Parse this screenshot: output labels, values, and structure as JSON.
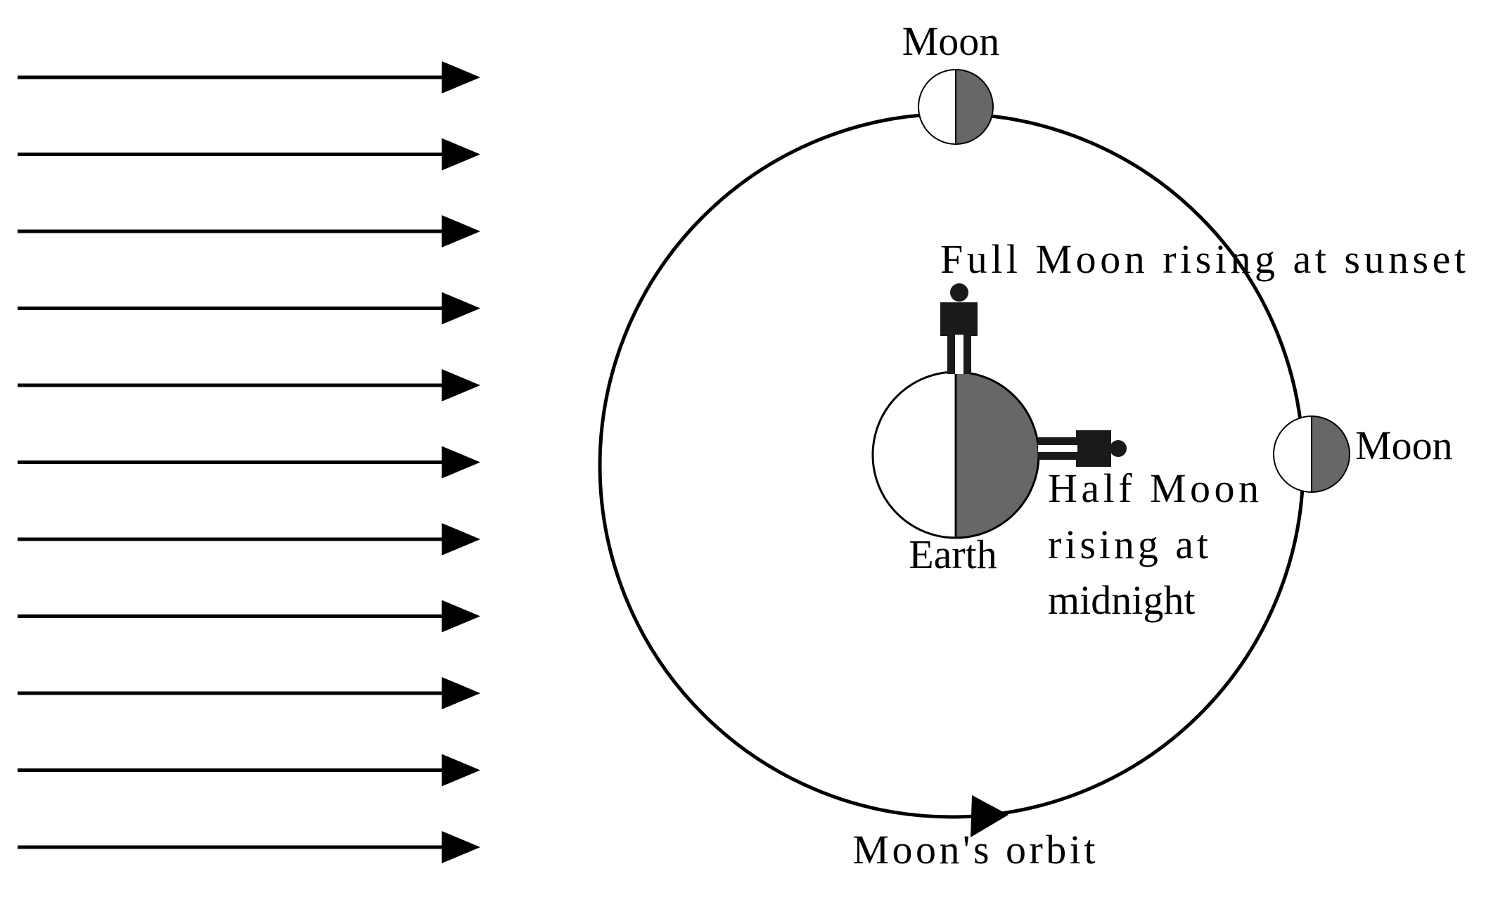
{
  "colors": {
    "line": "#000000",
    "shadow": "#676767",
    "lit": "#ffffff"
  },
  "sun_rays": {
    "count": 11,
    "icon": "arrow-right-icon"
  },
  "labels": {
    "moon_top": "Moon",
    "moon_right": "Moon",
    "full_moon_caption": "Full Moon rising at sunset",
    "half_moon_caption_1": "Half Moon",
    "half_moon_caption_2": "rising at",
    "half_moon_caption_3": "midnight",
    "earth": "Earth",
    "orbit": "Moon's orbit"
  },
  "icons": {
    "observer_standing": "person-standing-icon",
    "observer_lying": "person-lying-icon",
    "orbit_direction": "orbit-direction-arrow-icon"
  }
}
